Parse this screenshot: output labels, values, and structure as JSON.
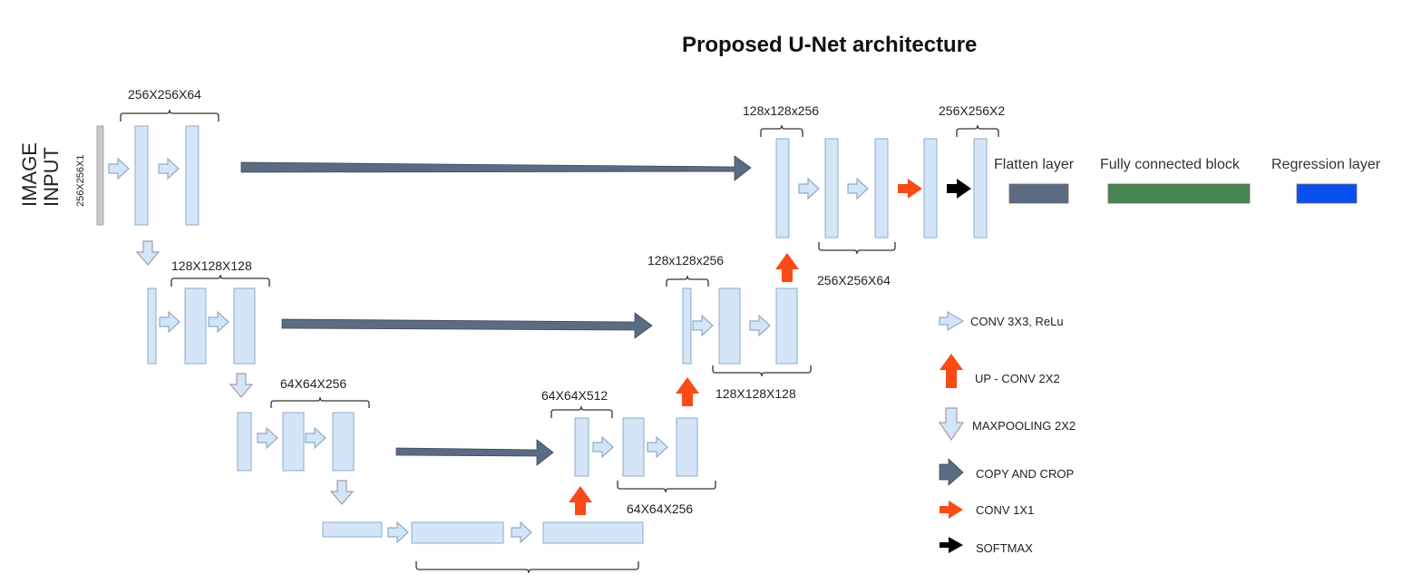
{
  "title": "Proposed U-Net architecture",
  "input": {
    "label_line1": "IMAGE",
    "label_line2": "INPUT",
    "size": "256X256X1"
  },
  "dimension_labels": {
    "enc1": "256X256X64",
    "enc2": "128X128X128",
    "enc3": "64X64X256",
    "dec3_in": "64X64X512",
    "dec3_out": "64X64X256",
    "dec2_in": "128x128x256",
    "dec2_out": "128X128X128",
    "dec1_in": "128x128x256",
    "dec1_out": "256X256X64",
    "output": "256X256X2"
  },
  "head_blocks": [
    {
      "label": "Flatten layer",
      "color": "#5a6b82"
    },
    {
      "label": "Fully connected block",
      "color": "#468452"
    },
    {
      "label": "Regression layer",
      "color": "#0a4ff0"
    }
  ],
  "legend": [
    {
      "icon": "conv3x3-arrow-icon",
      "label": "CONV 3X3, ReLu"
    },
    {
      "icon": "up-conv-arrow-icon",
      "label": "UP - CONV 2X2"
    },
    {
      "icon": "maxpool-arrow-icon",
      "label": "MAXPOOLING 2X2"
    },
    {
      "icon": "copy-crop-arrow-icon",
      "label": "COPY AND CROP"
    },
    {
      "icon": "conv1x1-arrow-icon",
      "label": "CONV 1X1"
    },
    {
      "icon": "softmax-arrow-icon",
      "label": "SOFTMAX"
    }
  ],
  "colors": {
    "block_fill": "#d3e5f7",
    "block_stroke": "#8eacc8",
    "input_fill": "#c8c8c8",
    "copy_crop": "#5a6b82",
    "up_conv": "#fa4a15",
    "softmax": "#000000"
  }
}
